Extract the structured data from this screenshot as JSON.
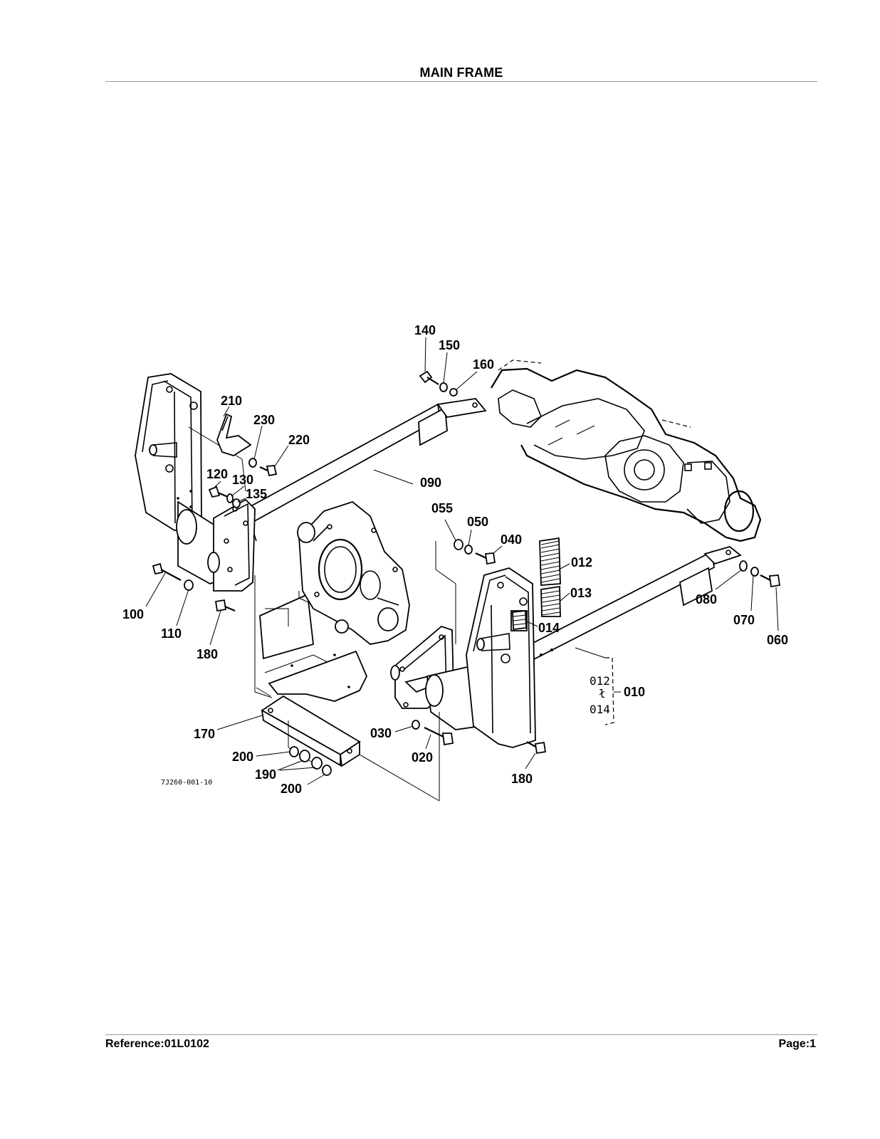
{
  "header": {
    "title": "MAIN FRAME"
  },
  "footer": {
    "reference": "Reference:01L0102",
    "page": "Page:1"
  },
  "diagram": {
    "drawing_code": "7J260-001-10",
    "callouts": [
      {
        "id": "c140",
        "text": "140"
      },
      {
        "id": "c150",
        "text": "150"
      },
      {
        "id": "c160",
        "text": "160"
      },
      {
        "id": "c210",
        "text": "210"
      },
      {
        "id": "c230",
        "text": "230"
      },
      {
        "id": "c220",
        "text": "220"
      },
      {
        "id": "c120",
        "text": "120"
      },
      {
        "id": "c130",
        "text": "130"
      },
      {
        "id": "c135",
        "text": "135"
      },
      {
        "id": "c090",
        "text": "090"
      },
      {
        "id": "c055",
        "text": "055"
      },
      {
        "id": "c050",
        "text": "050"
      },
      {
        "id": "c040",
        "text": "040"
      },
      {
        "id": "c012",
        "text": "012"
      },
      {
        "id": "c013",
        "text": "013"
      },
      {
        "id": "c014",
        "text": "014"
      },
      {
        "id": "c080",
        "text": "080"
      },
      {
        "id": "c070",
        "text": "070"
      },
      {
        "id": "c060",
        "text": "060"
      },
      {
        "id": "c010",
        "text": "010"
      },
      {
        "id": "c100",
        "text": "100"
      },
      {
        "id": "c110",
        "text": "110"
      },
      {
        "id": "c180a",
        "text": "180"
      },
      {
        "id": "c170",
        "text": "170"
      },
      {
        "id": "c200a",
        "text": "200"
      },
      {
        "id": "c190",
        "text": "190"
      },
      {
        "id": "c200b",
        "text": "200"
      },
      {
        "id": "c030",
        "text": "030"
      },
      {
        "id": "c020",
        "text": "020"
      },
      {
        "id": "c180b",
        "text": "180"
      }
    ],
    "range_bracket": {
      "from": "012",
      "to": "014"
    }
  }
}
